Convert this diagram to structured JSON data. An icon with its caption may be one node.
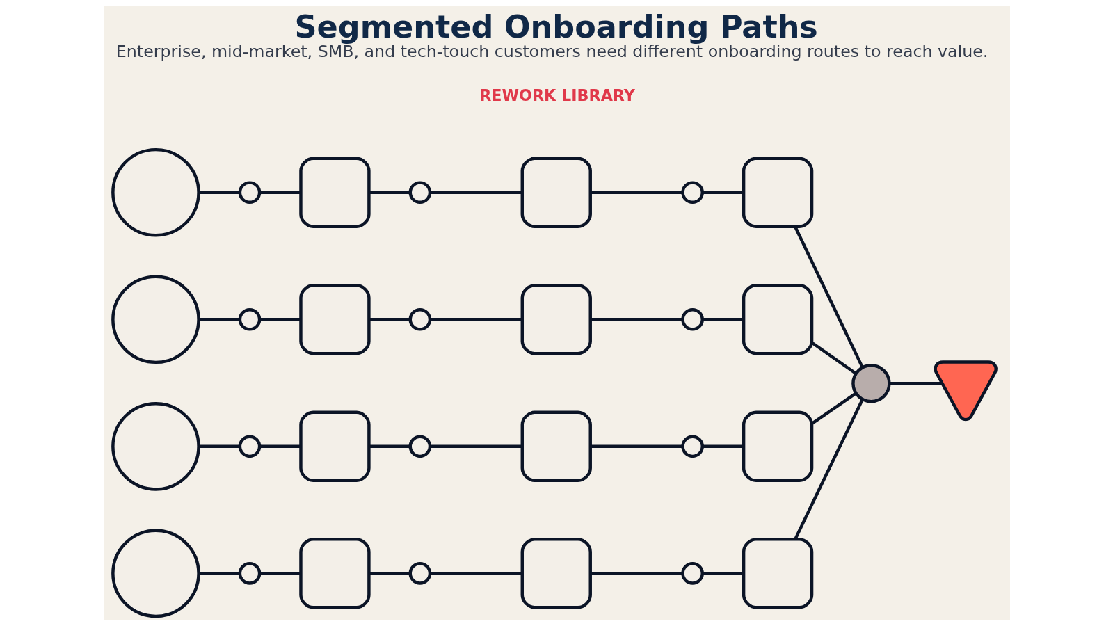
{
  "diagram": {
    "title": "Segmented Onboarding Paths",
    "caption": "Enterprise, mid-market, SMB, and tech-touch customers need different onboarding routes to reach value.",
    "nodes": [
      {
        "text": [],
        "shape": "circle"
      },
      {
        "text": [],
        "shape": "circle"
      },
      {
        "text": [],
        "shape": "box"
      },
      {
        "text": [],
        "shape": "circle"
      },
      {
        "text": [],
        "shape": "box"
      },
      {
        "text": [],
        "shape": "circle"
      },
      {
        "text": [],
        "shape": "box"
      },
      {
        "text": [],
        "shape": "circle"
      },
      {
        "text": [],
        "shape": "circle"
      },
      {
        "text": [],
        "shape": "box"
      },
      {
        "text": [],
        "shape": "circle"
      },
      {
        "text": [],
        "shape": "box"
      },
      {
        "text": [],
        "shape": "circle"
      },
      {
        "text": [],
        "shape": "box"
      },
      {
        "text": [],
        "shape": "circle"
      },
      {
        "text": [],
        "shape": "circle"
      },
      {
        "text": [],
        "shape": "box"
      },
      {
        "text": [],
        "shape": "circle"
      },
      {
        "text": [],
        "shape": "box"
      },
      {
        "text": [],
        "shape": "circle"
      },
      {
        "text": [],
        "shape": "box"
      },
      {
        "text": [],
        "shape": "circle"
      },
      {
        "text": [],
        "shape": "circle"
      },
      {
        "text": [],
        "shape": "box"
      },
      {
        "text": [],
        "shape": "circle"
      },
      {
        "text": [],
        "shape": "box"
      },
      {
        "text": [],
        "shape": "circle"
      },
      {
        "text": [],
        "shape": "box"
      },
      {
        "text": [],
        "shape": "circle"
      },
      {
        "text": [],
        "shape": "picture"
      }
    ],
    "edges": [
      {
        "from": 0,
        "to": 1,
        "arrow": "none"
      },
      {
        "from": 1,
        "to": 2,
        "arrow": "none"
      },
      {
        "from": 2,
        "to": 3,
        "arrow": "none"
      },
      {
        "from": 3,
        "to": 4,
        "arrow": "none"
      },
      {
        "from": 4,
        "to": 5,
        "arrow": "none"
      },
      {
        "from": 5,
        "to": 6,
        "arrow": "none"
      },
      {
        "from": 6,
        "to": 28,
        "arrow": "none"
      },
      {
        "from": 7,
        "to": 8,
        "arrow": "none"
      },
      {
        "from": 8,
        "to": 9,
        "arrow": "none"
      },
      {
        "from": 9,
        "to": 10,
        "arrow": "none"
      },
      {
        "from": 10,
        "to": 11,
        "arrow": "none"
      },
      {
        "from": 11,
        "to": 12,
        "arrow": "none"
      },
      {
        "from": 12,
        "to": 13,
        "arrow": "none"
      },
      {
        "from": 13,
        "to": 28,
        "arrow": "none"
      },
      {
        "from": 14,
        "to": 15,
        "arrow": "none"
      },
      {
        "from": 15,
        "to": 16,
        "arrow": "none"
      },
      {
        "from": 16,
        "to": 17,
        "arrow": "none"
      },
      {
        "from": 17,
        "to": 18,
        "arrow": "none"
      },
      {
        "from": 18,
        "to": 19,
        "arrow": "none"
      },
      {
        "from": 19,
        "to": 20,
        "arrow": "none"
      },
      {
        "from": 20,
        "to": 28,
        "arrow": "none"
      },
      {
        "from": 21,
        "to": 22,
        "arrow": "none"
      },
      {
        "from": 22,
        "to": 23,
        "arrow": "none"
      },
      {
        "from": 23,
        "to": 24,
        "arrow": "none"
      },
      {
        "from": 24,
        "to": 25,
        "arrow": "none"
      },
      {
        "from": 25,
        "to": 26,
        "arrow": "none"
      },
      {
        "from": 26,
        "to": 27,
        "arrow": "none"
      },
      {
        "from": 27,
        "to": 28,
        "arrow": "none"
      },
      {
        "from": 28,
        "to": 29,
        "arrow": "none"
      }
    ],
    "labels": [
      "REWORK LIBRARY"
    ]
  }
}
